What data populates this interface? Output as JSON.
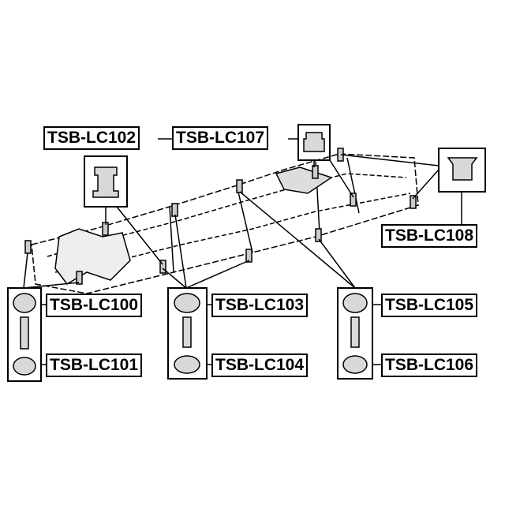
{
  "labels": {
    "lc100": "TSB-LC100",
    "lc101": "TSB-LC101",
    "lc102": "TSB-LC102",
    "lc103": "TSB-LC103",
    "lc104": "TSB-LC104",
    "lc105": "TSB-LC105",
    "lc106": "TSB-LC106",
    "lc107": "TSB-LC107",
    "lc108": "TSB-LC108"
  },
  "colors": {
    "line": "#000000",
    "background": "#ffffff",
    "part_fill": "#d8d8d8"
  }
}
